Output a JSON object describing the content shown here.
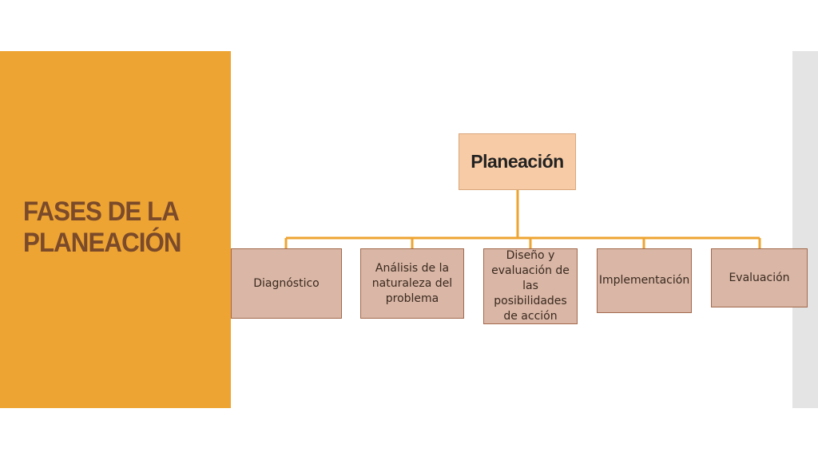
{
  "slide": {
    "title_line1": "FASES DE LA",
    "title_line2": "PLANEACIÓN"
  },
  "diagram": {
    "root": "Planeación",
    "children": [
      "Diagnóstico",
      "Análisis de la naturaleza del problema",
      "Diseño y evaluación de las posibilidades de acción",
      "Implementación",
      "Evaluación"
    ]
  },
  "colors": {
    "title_panel": "#eea432",
    "title_text": "#7a4a2a",
    "root_fill": "#f7cba5",
    "child_fill": "#d9b6a6",
    "child_border": "#a3684c",
    "connector": "#eea432",
    "side_strip": "#e4e4e4"
  }
}
